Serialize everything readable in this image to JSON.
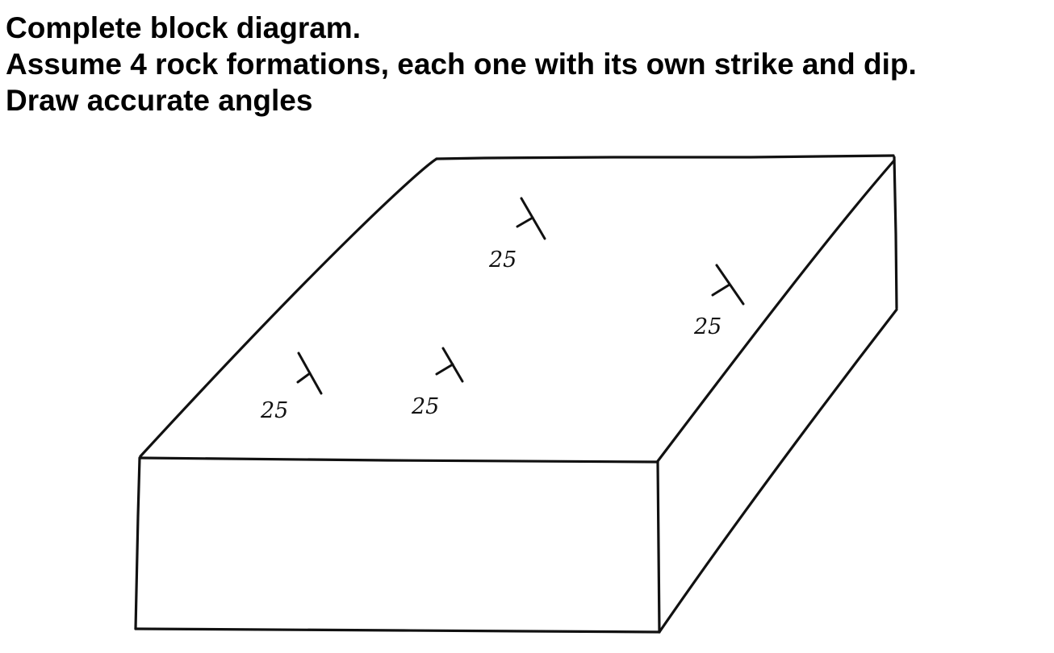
{
  "instructions": [
    "Complete block diagram.",
    "Assume 4 rock formations, each one with its own strike and dip.",
    "Draw accurate angles"
  ],
  "diagram": {
    "strike_dip_symbols": [
      {
        "dip_label": "25"
      },
      {
        "dip_label": "25"
      },
      {
        "dip_label": "25"
      },
      {
        "dip_label": "25"
      }
    ]
  }
}
